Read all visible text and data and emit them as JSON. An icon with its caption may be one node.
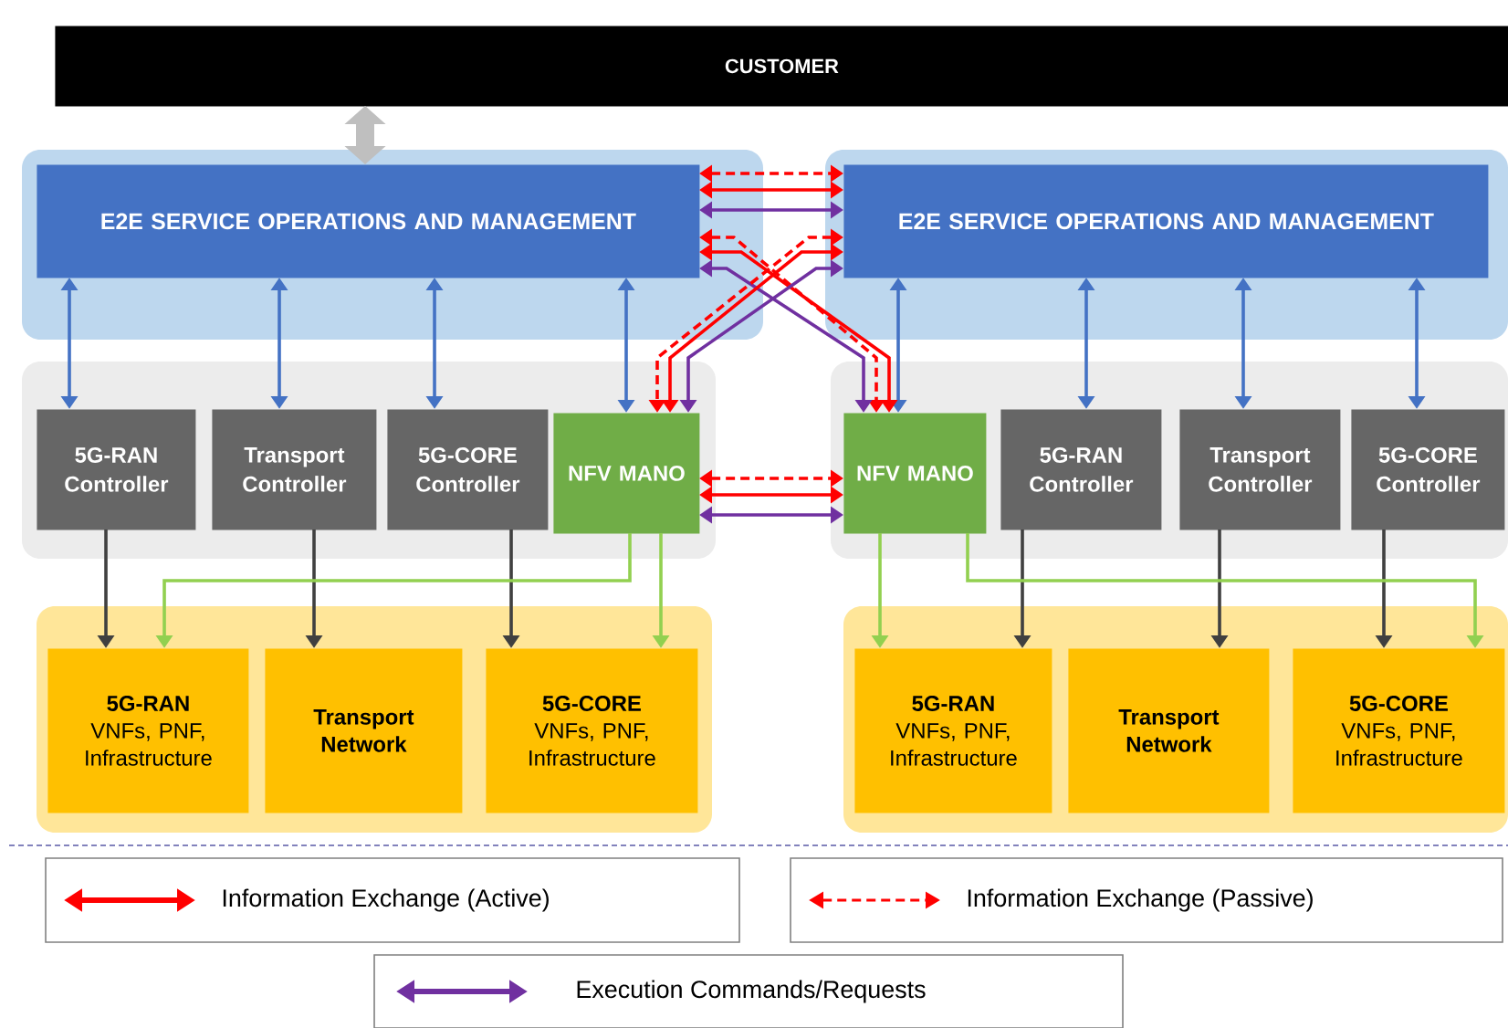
{
  "diagram": {
    "nodes": [
      {
        "text": [
          "CUSTOMER"
        ]
      },
      {
        "text": [
          "E2E SERVICE OPERATIONS AND MANAGEMENT"
        ]
      },
      {
        "text": [
          "E2E SERVICE OPERATIONS AND MANAGEMENT"
        ]
      },
      {
        "text": [
          "5G-RAN Controller"
        ]
      },
      {
        "text": [
          "Transport Controller"
        ]
      },
      {
        "text": [
          "5G-CORE Controller"
        ]
      },
      {
        "text": [
          "NFV MANO"
        ]
      },
      {
        "text": [
          "NFV MANO"
        ]
      },
      {
        "text": [
          "5G-RAN Controller"
        ]
      },
      {
        "text": [
          "Transport Controller"
        ]
      },
      {
        "text": [
          "5G-CORE Controller"
        ]
      },
      {
        "text": [
          "5G-RAN",
          "VNFs, PNF, Infrastructure"
        ]
      },
      {
        "text": [
          "Transport Network"
        ]
      },
      {
        "text": [
          "5G-CORE",
          "VNFs, PNF, Infrastructure"
        ]
      },
      {
        "text": [
          "5G-RAN",
          "VNFs, PNF, Infrastructure"
        ]
      },
      {
        "text": [
          "Transport Network"
        ]
      },
      {
        "text": [
          "5G-CORE",
          "VNFs, PNF, Infrastructure"
        ]
      }
    ],
    "edges": [
      {
        "from": 0,
        "to": 1,
        "arrow": "both",
        "style": "thick",
        "color": "#bfbfbf"
      },
      {
        "from": 1,
        "to": 3,
        "arrow": "both"
      },
      {
        "from": 1,
        "to": 4,
        "arrow": "both"
      },
      {
        "from": 1,
        "to": 5,
        "arrow": "both"
      },
      {
        "from": 1,
        "to": 6,
        "arrow": "both"
      },
      {
        "from": 2,
        "to": 7,
        "arrow": "both"
      },
      {
        "from": 2,
        "to": 8,
        "arrow": "both"
      },
      {
        "from": 2,
        "to": 9,
        "arrow": "both"
      },
      {
        "from": 2,
        "to": 10,
        "arrow": "both"
      },
      {
        "from": 3,
        "to": 11,
        "arrow": "to",
        "color": "#404040"
      },
      {
        "from": 4,
        "to": 12,
        "arrow": "to",
        "color": "#404040"
      },
      {
        "from": 5,
        "to": 13,
        "arrow": "to",
        "color": "#404040"
      },
      {
        "from": 8,
        "to": 14,
        "arrow": "to",
        "color": "#404040"
      },
      {
        "from": 9,
        "to": 15,
        "arrow": "to",
        "color": "#404040"
      },
      {
        "from": 10,
        "to": 16,
        "arrow": "to",
        "color": "#404040"
      },
      {
        "from": 6,
        "to": 11,
        "arrow": "to",
        "color": "#92d050"
      },
      {
        "from": 6,
        "to": 13,
        "arrow": "to",
        "color": "#92d050"
      },
      {
        "from": 7,
        "to": 14,
        "arrow": "to",
        "color": "#92d050"
      },
      {
        "from": 7,
        "to": 16,
        "arrow": "to",
        "color": "#92d050"
      },
      {
        "from": 1,
        "to": 2,
        "arrow": "both",
        "style": "dashed",
        "color": "#ff0000"
      },
      {
        "from": 1,
        "to": 2,
        "arrow": "both",
        "color": "#ff0000"
      },
      {
        "from": 1,
        "to": 2,
        "arrow": "both",
        "color": "#7030a0"
      },
      {
        "from": 1,
        "to": 7,
        "arrow": "both",
        "style": "dashed",
        "color": "#ff0000"
      },
      {
        "from": 1,
        "to": 7,
        "arrow": "both",
        "color": "#ff0000"
      },
      {
        "from": 1,
        "to": 7,
        "arrow": "both",
        "color": "#7030a0"
      },
      {
        "from": 2,
        "to": 6,
        "arrow": "both",
        "style": "dashed",
        "color": "#ff0000"
      },
      {
        "from": 2,
        "to": 6,
        "arrow": "both",
        "color": "#ff0000"
      },
      {
        "from": 2,
        "to": 6,
        "arrow": "both",
        "color": "#7030a0"
      },
      {
        "from": 6,
        "to": 7,
        "arrow": "both",
        "style": "dashed",
        "color": "#ff0000"
      },
      {
        "from": 6,
        "to": 7,
        "arrow": "both",
        "color": "#ff0000"
      },
      {
        "from": 6,
        "to": 7,
        "arrow": "both",
        "color": "#7030a0"
      }
    ],
    "legend": [
      {
        "text": "Information Exchange (Active)"
      },
      {
        "text": "Information Exchange (Passive)"
      },
      {
        "text": "Execution Commands/Requests"
      }
    ]
  }
}
